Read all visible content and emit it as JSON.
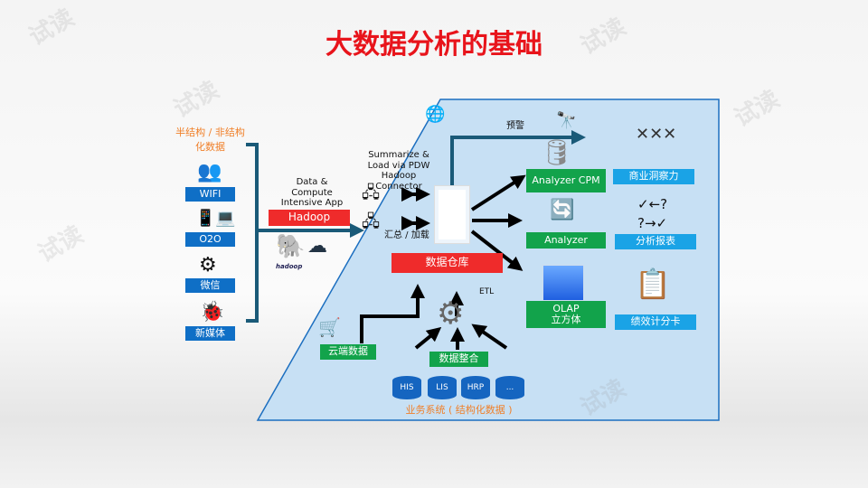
{
  "title": "大数据分析的基础",
  "watermark": "试读",
  "colors": {
    "title": "#e8141b",
    "blue_label": "#0f6fc6",
    "green_label": "#12a34b",
    "sky_label": "#1aa3e6",
    "red_label": "#ef2b2b",
    "orange_text": "#f0802a",
    "panel": "#c7e0f4"
  },
  "sources": {
    "heading": "半结构 / 非结构\n化数据",
    "heading_line1": "半结构 / 非结构",
    "heading_line2": "化数据",
    "items": [
      {
        "label": "WIFI",
        "icon": "people-search-icon"
      },
      {
        "label": "O2O",
        "icon": "devices-icon"
      },
      {
        "label": "微信",
        "icon": "gears-icon"
      },
      {
        "label": "新媒体",
        "icon": "bug-icon"
      }
    ]
  },
  "hadoop": {
    "caption_line1": "Data &",
    "caption_line2": "Compute",
    "caption_line3": "Intensive App",
    "label": "Hadoop",
    "logo_text": "hadoop"
  },
  "connector": {
    "line1": "Summarize &",
    "line2": "Load via PDW",
    "line3": "Hadoop",
    "line4": "Connector",
    "sub": "汇总 / 加载"
  },
  "warehouse": {
    "label": "数据仓库"
  },
  "alert": {
    "label": "预警"
  },
  "outputs": [
    {
      "label": "Analyzer CPM",
      "result": "商业洞察力"
    },
    {
      "label": "Analyzer",
      "result": "分析报表"
    },
    {
      "label": "OLAP\n立方体",
      "label_line1": "OLAP",
      "label_line2": "立方体",
      "result": "绩效计分卡"
    }
  ],
  "cloud": {
    "label": "云端数据"
  },
  "etl": {
    "label": "ETL",
    "integration": "数据整合"
  },
  "systems": {
    "items": [
      "HIS",
      "LIS",
      "HRP",
      "..."
    ],
    "caption": "业务系统 ( 结构化数据 )"
  }
}
